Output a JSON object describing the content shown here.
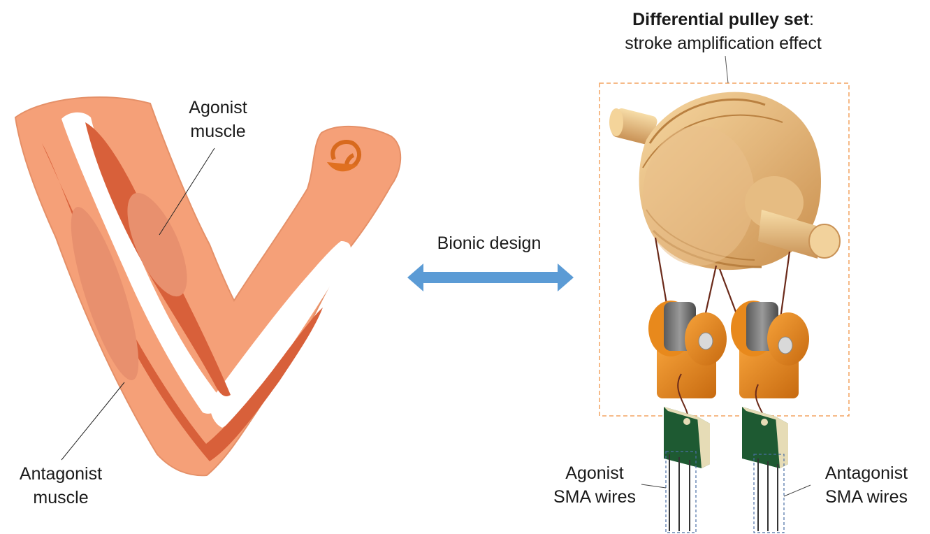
{
  "labels": {
    "agonist_muscle": [
      "Agonist",
      "muscle"
    ],
    "antagonist_muscle": [
      "Antagonist",
      "muscle"
    ],
    "bionic_design": "Bionic design",
    "pulley_title_bold": "Differential pulley set",
    "pulley_title_colon": ":",
    "pulley_subtitle": "stroke amplification effect",
    "agonist_wires": [
      "Agonist",
      "SMA wires"
    ],
    "antagonist_wires": [
      "Antagonist",
      "SMA wires"
    ]
  },
  "colors": {
    "arm_light": "#F5A078",
    "arm_muscle": "#D8603A",
    "arm_belly": "#E8906E",
    "arrow": "#5B9BD5",
    "dashed_box_orange": "#F4A460",
    "dashed_box_blue": "#4A6FA5",
    "brass": "#E0B070",
    "orange_part": "#E8891C",
    "pcb_green": "#1E5A32"
  },
  "icons": {
    "arrow": "double-headed-arrow-icon"
  }
}
